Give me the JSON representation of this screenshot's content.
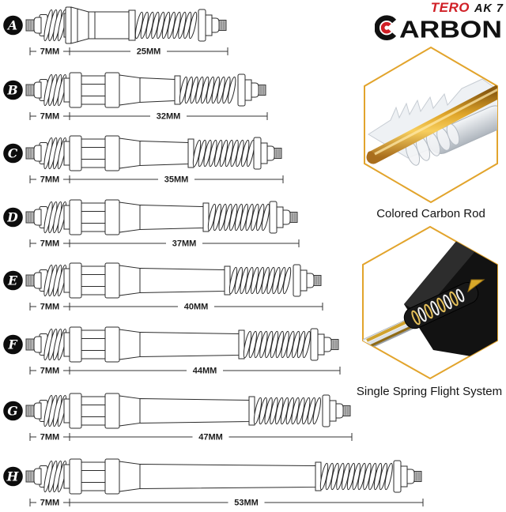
{
  "brand": {
    "series_red": "TERO",
    "series_black": "AK 7",
    "name": "CARBON",
    "name_after_icon": "ARBON"
  },
  "features": [
    {
      "caption": "Colored Carbon Rod"
    },
    {
      "caption": "Single Spring Flight System"
    }
  ],
  "diagram": {
    "rows": [
      {
        "letter": "A",
        "front_label": "7MM",
        "length_label": "25MM",
        "front_mm": 7,
        "length_mm": 25
      },
      {
        "letter": "B",
        "front_label": "7MM",
        "length_label": "32MM",
        "front_mm": 7,
        "length_mm": 32
      },
      {
        "letter": "C",
        "front_label": "7MM",
        "length_label": "35MM",
        "front_mm": 7,
        "length_mm": 35
      },
      {
        "letter": "D",
        "front_label": "7MM",
        "length_label": "37MM",
        "front_mm": 7,
        "length_mm": 37
      },
      {
        "letter": "E",
        "front_label": "7MM",
        "length_label": "40MM",
        "front_mm": 7,
        "length_mm": 40
      },
      {
        "letter": "F",
        "front_label": "7MM",
        "length_label": "44MM",
        "front_mm": 7,
        "length_mm": 44
      },
      {
        "letter": "G",
        "front_label": "7MM",
        "length_label": "47MM",
        "front_mm": 7,
        "length_mm": 47
      },
      {
        "letter": "H",
        "front_label": "7MM",
        "length_label": "53MM",
        "front_mm": 7,
        "length_mm": 53
      }
    ]
  },
  "colors": {
    "accent_red": "#d01f26",
    "gold": "#e2a42c",
    "line": "#2b2b2b"
  }
}
